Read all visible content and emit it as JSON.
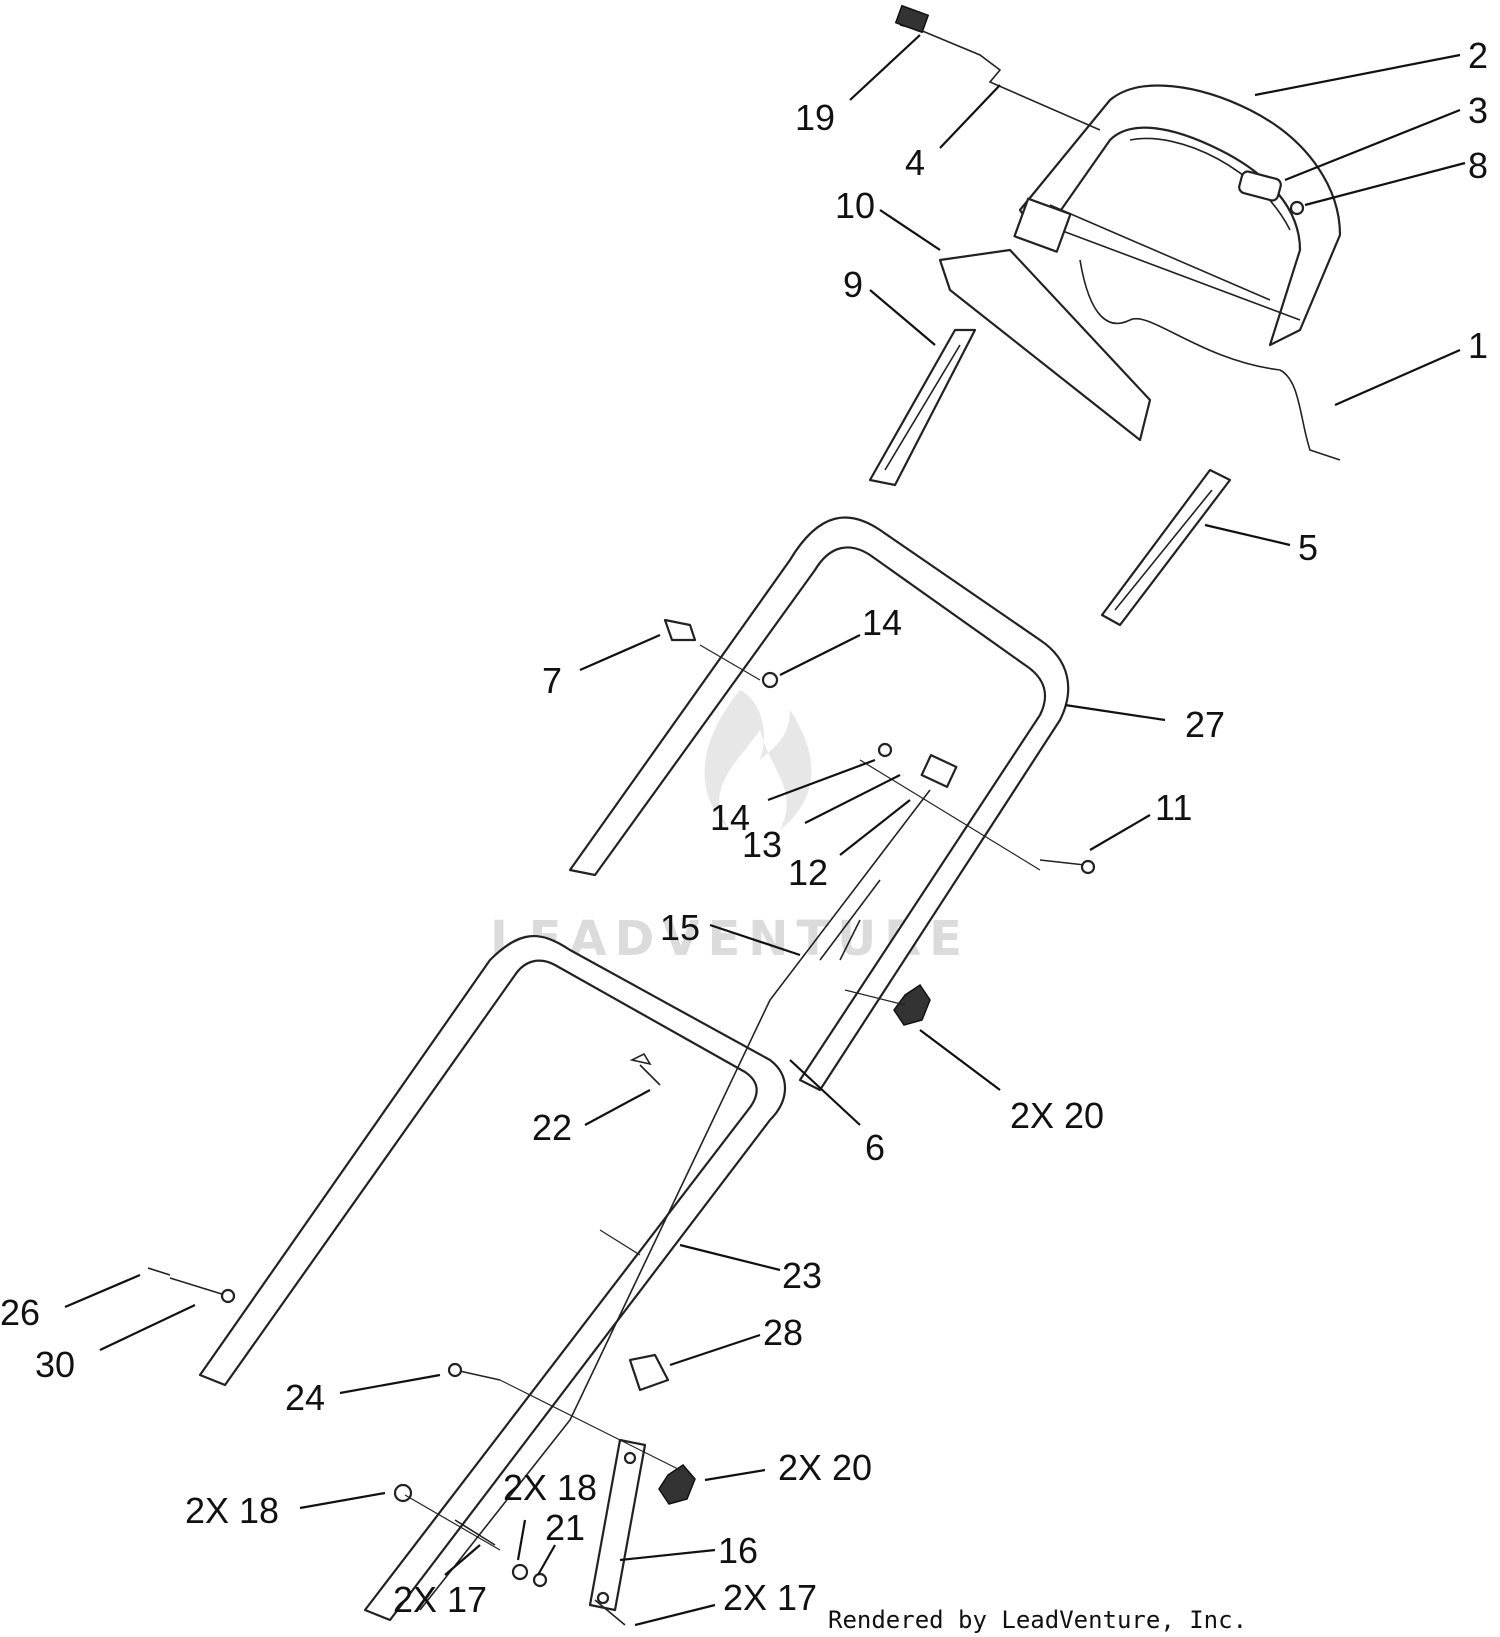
{
  "callouts": [
    {
      "id": "19",
      "text": "19"
    },
    {
      "id": "4",
      "text": "4"
    },
    {
      "id": "2",
      "text": "2"
    },
    {
      "id": "3",
      "text": "3"
    },
    {
      "id": "8",
      "text": "8"
    },
    {
      "id": "10",
      "text": "10"
    },
    {
      "id": "9",
      "text": "9"
    },
    {
      "id": "1",
      "text": "1"
    },
    {
      "id": "5",
      "text": "5"
    },
    {
      "id": "14a",
      "text": "14"
    },
    {
      "id": "7",
      "text": "7"
    },
    {
      "id": "27",
      "text": "27"
    },
    {
      "id": "14b",
      "text": "14"
    },
    {
      "id": "11",
      "text": "11"
    },
    {
      "id": "13",
      "text": "13"
    },
    {
      "id": "12",
      "text": "12"
    },
    {
      "id": "15",
      "text": "15"
    },
    {
      "id": "20a",
      "text": "2X 20"
    },
    {
      "id": "22",
      "text": "22"
    },
    {
      "id": "6",
      "text": "6"
    },
    {
      "id": "23",
      "text": "23"
    },
    {
      "id": "26",
      "text": "26"
    },
    {
      "id": "30",
      "text": "30"
    },
    {
      "id": "28",
      "text": "28"
    },
    {
      "id": "24",
      "text": "24"
    },
    {
      "id": "20b",
      "text": "2X 20"
    },
    {
      "id": "18a",
      "text": "2X 18"
    },
    {
      "id": "18b",
      "text": "2X 18"
    },
    {
      "id": "21",
      "text": "21"
    },
    {
      "id": "16",
      "text": "16"
    },
    {
      "id": "17a",
      "text": "2X 17"
    },
    {
      "id": "17b",
      "text": "2X 17"
    }
  ],
  "credit": "Rendered by LeadVenture, Inc.",
  "watermark": "LEADVENTURE"
}
